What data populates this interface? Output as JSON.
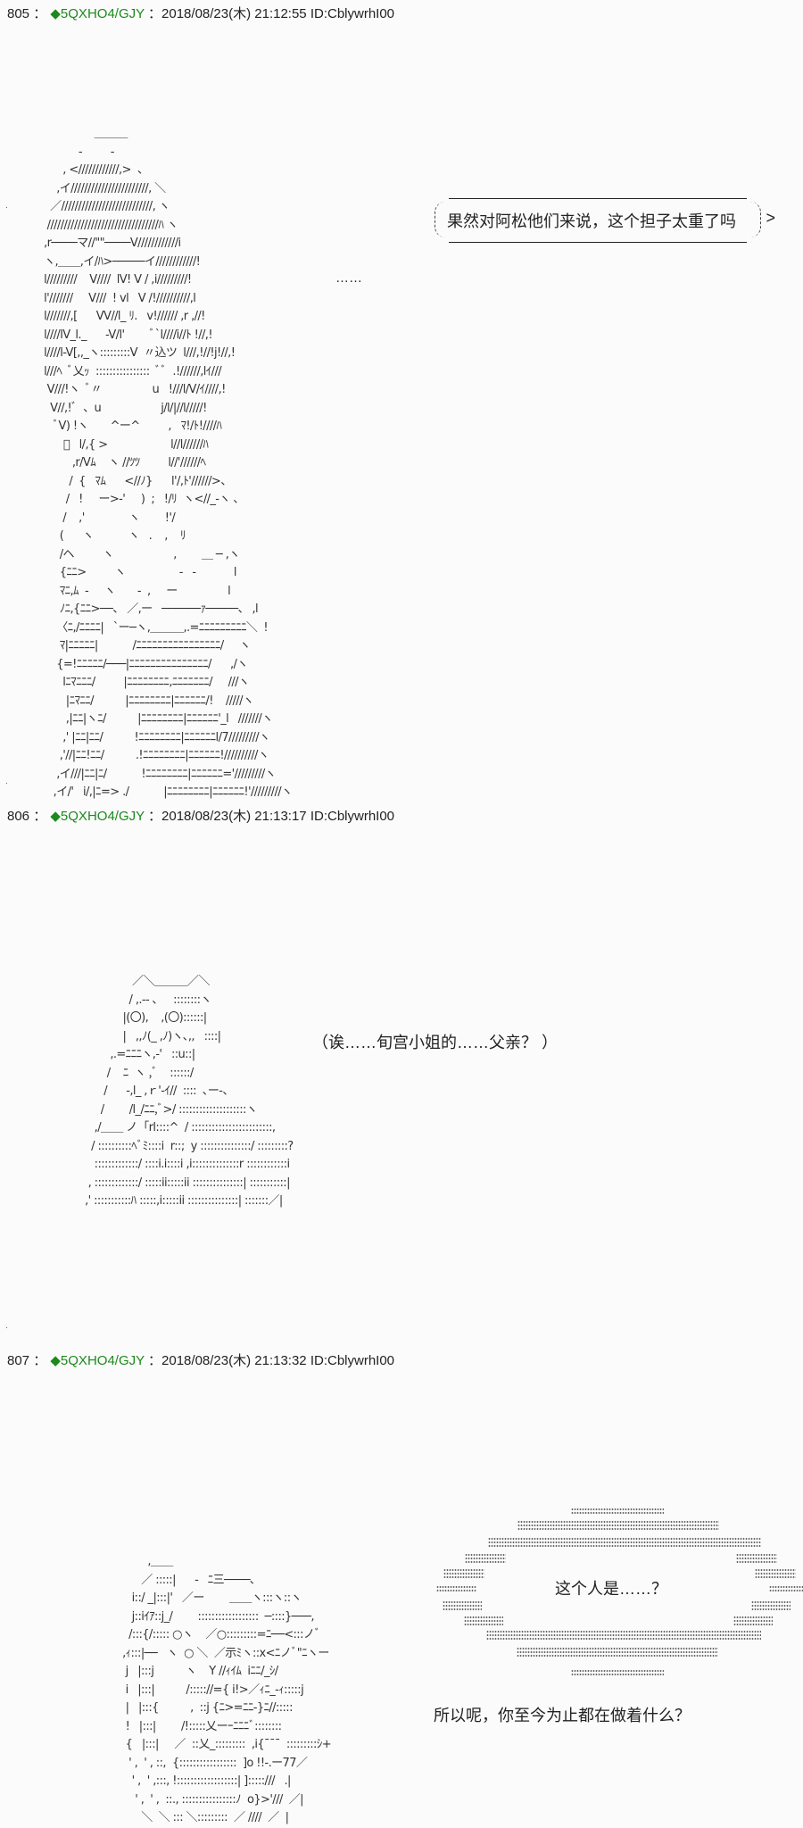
{
  "posts": [
    {
      "number": "805",
      "sep": "：",
      "trip": "◆5QXHO4/GJY",
      "date": "：2018/08/23(木) 21:12:55 ID:CblywrhI00",
      "speech": "果然对阿松他们来说，这个担子太重了吗",
      "aside": "……",
      "art": "                  ＿＿＿\n             -         -\n        , <////////////,>  、\n      ,イ///////////////////////, ＼\n    ／///////////////////////////, ヽ\n   /////////////////////////////////ﾊ ヽ\n  ,r────マ//\"\"────V////////////i\n  ヽ,＿＿,イ/ﾊ>─────イ////////////!\n  l/////////    V////  lV! V / ,i/////////!\n  l'///////     V///  ! vl   V /!//////////,l\n  l///////,[      VV//l_ ﾘ.   v!////// ,r ,//!\n  l////lV_l._      -V/l'        ﾞ`l////i//ﾄ !//,!\n  l////l-V[,,_ヽ:::::::::V  〃込ツ  l///,!//!j!//,!\n  l///ﾍ  ﾞ乂ｯ  ::::::::::::::::  ﾞﾞ  .!//////,lｲ///\n   V///!ヽ  ﾞ〃                u   !///l/V/ｲ////,!\n    V//,!ﾞ  、u                   j/l/|//l/////!\n     ﾞV) !ヽ       ^ー^         ,   ﾏ!/ﾄ!////ﾊ\n        ﾞ   l/,{ >                    l//l//////ﾊ\n           ,r/Vﾑ    ヽ //ﾂﾂ         l//'//////ﾍ\n          /  {   ﾏﾑ      <//ﾉ}      l'/,ﾄ'//////>、\n         /   !     ー>‐'     )  ;   !/ﾘ  ヽ<//_-ヽ 、\n        /    ,'              ヽ        !'/\n       (      ヽ           ヽ   .    ,    ﾘ\n       /ヘ         ヽ                   ,        ＿ ─ ,ヽ\n       {ﾆﾆ>         ヽ                 -   -            l\n       ﾏﾆ,ﾑ  -     ヽ       -  ,     ー                l\n       ﾉﾆ,{ﾆﾆ>──、 ／,ー   ──────ｧ─────、 ,l\n      〈ﾆ,/ﾆﾆﾆﾆ|   `ー─ヽ,＿＿＿,.=ﾆﾆﾆﾆﾆﾆﾆﾆﾆ＼  !\n       ﾏ|ﾆﾆﾆﾆﾆ|           /ﾆﾆﾆﾆﾆﾆﾆﾆﾆﾆﾆﾆﾆﾆﾆﾆ/     ヽ\n      {=!ﾆﾆﾆﾆﾆ/───|ﾆﾆﾆﾆﾆﾆﾆﾆﾆﾆﾆﾆﾆﾆﾆ/      ,/ヽ\n        lﾆﾏﾆﾆﾆ/         |ﾆﾆﾆﾆﾆﾆﾆﾆ,ﾆﾆﾆﾆﾆﾆﾆ/     ///ヽ\n         |ﾆﾏﾆﾆ/          |ﾆﾆﾆﾆﾆﾆﾆﾆ|ﾆﾆﾆﾆﾆﾆ/!    /////ヽ\n         ,|ﾆﾆ|ヽﾆ/          |ﾆﾆﾆﾆﾆﾆﾆﾆ|ﾆﾆﾆﾆﾆﾆ'_l   ///////ヽ\n        ,' |ﾆﾆ|ﾆﾆ/          !ﾆﾆﾆﾆﾆﾆﾆﾆ|ﾆﾆﾆﾆﾆﾆl/7/////////ヽ\n       ,'//|ﾆﾆ!ﾆﾆ/          .!ﾆﾆﾆﾆﾆﾆﾆﾆ|ﾆﾆﾆﾆﾆﾆ!//////////ヽ\n      ,イ///|ﾆﾆ|ﾆ/           !ﾆﾆﾆﾆﾆﾆﾆﾆ|ﾆﾆﾆﾆﾆﾆ='/////////ヽ\n     ,イ/'   i/,|ﾆ=> ./           |ﾆﾆﾆﾆﾆﾆﾆﾆ|ﾆﾆﾆﾆﾆﾆ!'/////////ヽ"
    },
    {
      "number": "806",
      "sep": "：",
      "trip": "◆5QXHO4/GJY",
      "date": "：2018/08/23(木) 21:13:17 ID:CblywrhI00",
      "speech": "（诶……旬宫小姐的……父亲？ ）",
      "art": "                 ／＼＿＿＿／＼\n                / ,.-‐ ､     ::::::::ヽ\n              |(〇),    ,(〇)::::::|\n              |   ,,ﾉ(_ ,ﾉ)ヽ､,,   ::::|\n          ,.=ﾆﾆﾆヽ,-'   ::u::|\n         /    ﾆ  ヽ ,ﾞ    ::::::/\n        /      -,l_ ,ｒ'‐ｲ//  ::::  ､ー-、\n       /        /l_/ﾆﾆ,ﾞ>/ ::::::::::::::::::::ヽ\n     ,/＿＿ ノ  ｢rl::::^  / ::::::::::::::::::::::::,\n    / ::::::::::ﾍﾞﾐ::::i  r::;  y :::::::::::::::/ :::::::::?\n     :::::::::::::/ ::::i.i::::i ,i::::::::::::::r ::::::::::::i\n   , :::::::::::::/ :::::ii:::::ii :::::::::::::::| :::::::::::|\n  ,' :::::::::::ﾊ :::::,i:::::ii :::::::::::::::| :::::::／|"
    },
    {
      "number": "807",
      "sep": "：",
      "trip": "◆5QXHO4/GJY",
      "date": "：2018/08/23(木) 21:13:32 ID:CblywrhI00",
      "bubble_text": "这个人是……？",
      "speech": "所以呢，你至今为止都在做着什么？",
      "art": "          ,＿＿\n        ／ :::::|      -   ﾆ三────､\n     i::/ _|:::|'   ／ー        ＿＿ヽ:::ヽ::ヽ\n     j::iｲｱ::j_/        ::::::::::::::::::  ─::::}───,\n    /:::{/::::: ○ヽ    ／○:::::::::=ﾆ──<:::ノﾞ\n  ,ｨ:::|──   ヽ  ○ ＼  ／示ﾐヽ::x<ﾆノﾞ\"ﾆヽー\n   j   |:::j          ヽ    Y //ｨｲﾑ  iﾆﾆ/_ｼ/\n   i   |:::|          /::::://={ i!>／ｨﾆ_-ｨ:::::j\n   |   |:::{          ,  ::j {ﾆ>=ﾆﾆ-}ﾆ//:::::\n   !   |:::|        /!:::::乂ーｰﾆﾆﾆﾞ::::::::\n   {   |:::|     ／  ::乂_:::::::::  ,i{¯¯¯  :::::::::ｼ+\n    ' ,  ' , ::,  {:::::::::::::::::  ]o !!-.ー77／\n     ' ,  ' ,:::, !::::::::::::::::::| ]:::::///   .|\n      ' ,  ' ,  ::., ::::::::::::::::ﾉ  o}>'///  ／|\n        ＼  ＼ ::: ＼:::::::::  ／ ////  ／  |"
    }
  ]
}
